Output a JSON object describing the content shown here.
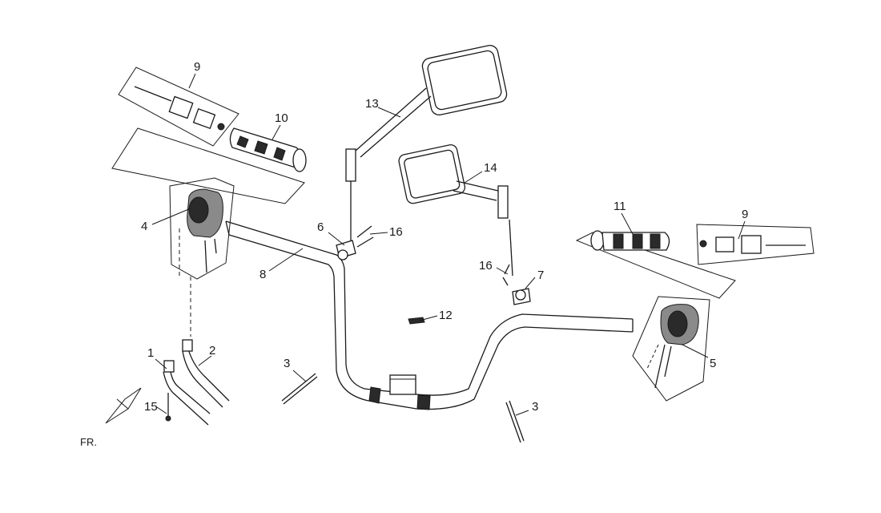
{
  "callouts": {
    "c1": "1",
    "c2": "2",
    "c3a": "3",
    "c3b": "3",
    "c4": "4",
    "c5": "5",
    "c6": "6",
    "c7": "7",
    "c8": "8",
    "c9a": "9",
    "c9b": "9",
    "c10": "10",
    "c11": "11",
    "c12": "12",
    "c13": "13",
    "c14": "14",
    "c15": "15",
    "c16a": "16",
    "c16b": "16"
  },
  "direction_label": "FR."
}
